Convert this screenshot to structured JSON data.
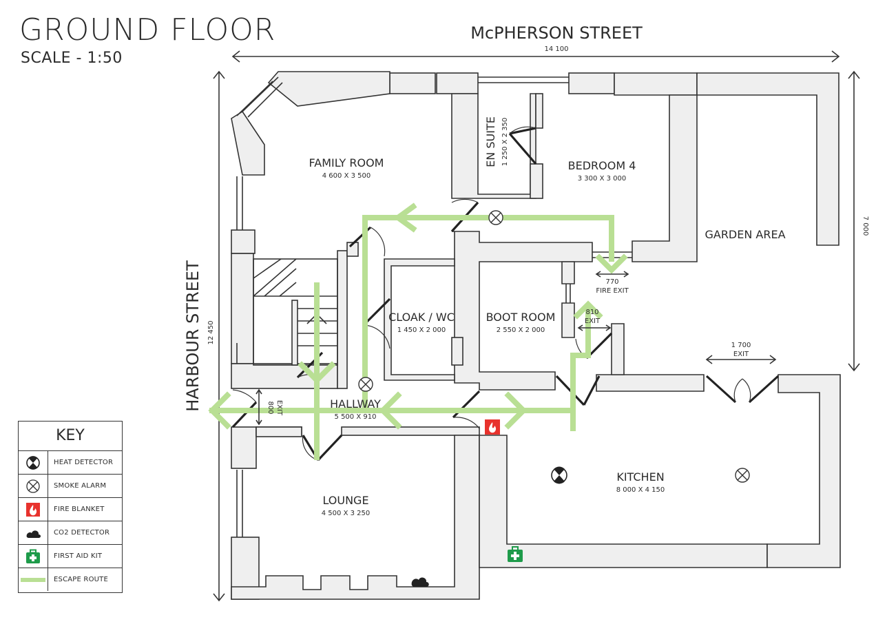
{
  "title": "GROUND FLOOR",
  "scale": "SCALE - 1:50",
  "streets": {
    "top": "McPHERSON STREET",
    "left": "HARBOUR STREET"
  },
  "dimensions": {
    "top_width": "14 100",
    "right_height": "7 000",
    "left_height": "12 450"
  },
  "rooms": [
    {
      "id": "family",
      "name": "FAMILY ROOM",
      "size": "4 600 X 3 500"
    },
    {
      "id": "ensuite",
      "name": "EN SUITE",
      "size": "1 250 X 2 350"
    },
    {
      "id": "bedroom",
      "name": "BEDROOM 4",
      "size": "3 300 X 3 000"
    },
    {
      "id": "garden",
      "name": "GARDEN AREA",
      "size": ""
    },
    {
      "id": "cloak",
      "name": "CLOAK / WC",
      "size": "1 450 X 2 000"
    },
    {
      "id": "boot",
      "name": "BOOT ROOM",
      "size": "2 550 X 2 000"
    },
    {
      "id": "hallway",
      "name": "HALLWAY",
      "size": "5 500 X 910"
    },
    {
      "id": "lounge",
      "name": "LOUNGE",
      "size": "4 500 X 3 250"
    },
    {
      "id": "kitchen",
      "name": "KITCHEN",
      "size": "8 000 X 4 150"
    }
  ],
  "exits": [
    {
      "id": "fire_exit",
      "width": "770",
      "label": "FIRE EXIT"
    },
    {
      "id": "boot_exit",
      "width": "810",
      "label": "EXIT"
    },
    {
      "id": "kitchen_exit",
      "width": "1 700",
      "label": "EXIT"
    },
    {
      "id": "front_exit",
      "width": "800",
      "label": "EXIT"
    }
  ],
  "key": {
    "title": "KEY",
    "items": [
      {
        "icon": "heat-detector-icon",
        "label": "HEAT DETECTOR"
      },
      {
        "icon": "smoke-alarm-icon",
        "label": "SMOKE ALARM"
      },
      {
        "icon": "fire-blanket-icon",
        "label": "FIRE BLANKET"
      },
      {
        "icon": "co2-detector-icon",
        "label": "CO2 DETECTOR"
      },
      {
        "icon": "first-aid-kit-icon",
        "label": "FIRST AID KIT"
      },
      {
        "icon": "escape-route-icon",
        "label": "ESCAPE ROUTE"
      }
    ]
  },
  "colors": {
    "escape_route": "#b9df94",
    "fire_blanket": "#e8322d",
    "first_aid": "#1e9b4a",
    "wall_fill": "#efefef"
  }
}
